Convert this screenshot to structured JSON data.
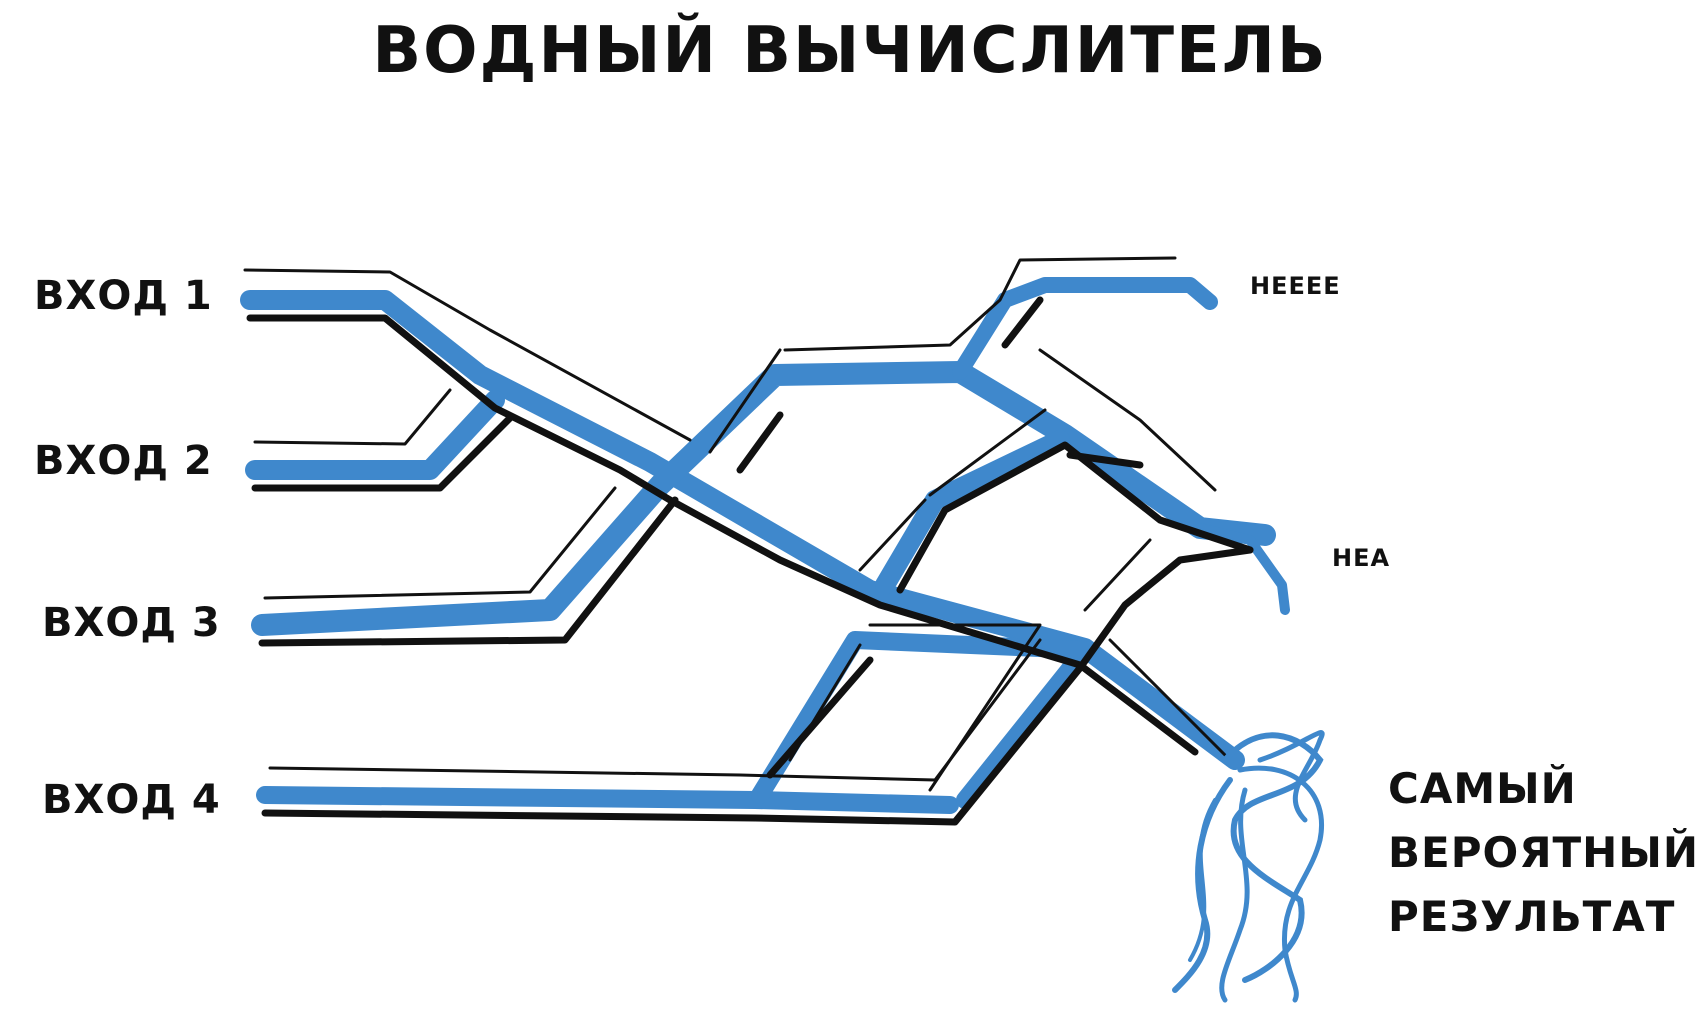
{
  "title": "ВОДНЫЙ ВЫЧИСЛИТЕЛЬ",
  "inputs": [
    {
      "label": "ВХОД 1"
    },
    {
      "label": "ВХОД 2"
    },
    {
      "label": "ВХОД 3"
    },
    {
      "label": "ВХОД 4"
    }
  ],
  "outputs": {
    "top": "НЕЕЕЕ",
    "middle": "НЕА",
    "result": [
      "САМЫЙ",
      "ВЕРОЯТНЫЙ",
      "РЕЗУЛЬТАТ"
    ]
  },
  "colors": {
    "water": "#3f88cc",
    "ink": "#111111",
    "background": "#ffffff"
  }
}
